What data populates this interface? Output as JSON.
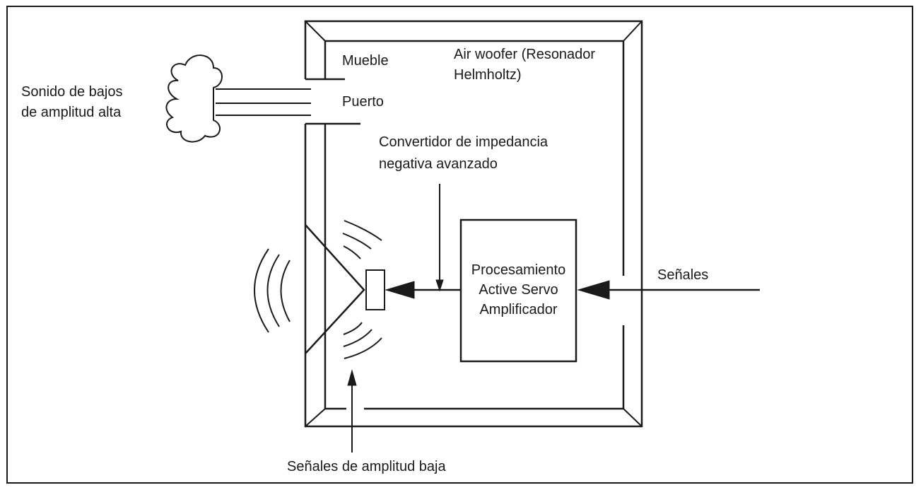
{
  "labels": {
    "mueble": "Mueble",
    "air_woofer_line1": "Air woofer (Resonador",
    "air_woofer_line2": "Helmholtz)",
    "puerto": "Puerto",
    "sonido_line1": "Sonido de bajos",
    "sonido_line2": "de amplitud alta",
    "convertidor_line1": "Convertidor de impedancia",
    "convertidor_line2": "negativa avanzado",
    "procesamiento_line1": "Procesamiento",
    "procesamiento_line2": "Active Servo",
    "procesamiento_line3": "Amplificador",
    "senales": "Señales",
    "senales_baja": "Señales de amplitud baja"
  },
  "colors": {
    "ink": "#1a1a1a",
    "background": "#ffffff"
  },
  "icons": {
    "cloud": "cloud-icon",
    "speaker": "speaker-cone-icon"
  }
}
